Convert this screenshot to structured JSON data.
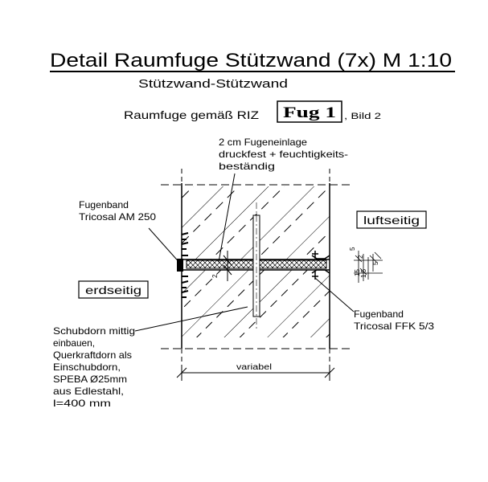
{
  "title": "Detail Raumfuge Stützwand (7x)  M 1:10",
  "subtitle": "Stützwand-Stützwand",
  "reference": {
    "prefix": "Raumfuge gemäß RIZ",
    "box": "Fug 1",
    "suffix": ", Bild 2"
  },
  "labels": {
    "filler": [
      "2 cm Fugeneinlage",
      "druckfest + feuchtigkeits-",
      "beständig"
    ],
    "tape_left": [
      "Fugenband",
      "Tricosal AM 250"
    ],
    "tape_right": [
      "Fugenband",
      "Tricosal FFK 5/3"
    ],
    "air_side": "luftseitig",
    "earth_side": "erdseitig",
    "dowel": [
      "Schubdorn mittig",
      "einbauen,",
      "Querkraftdorn als",
      "Einschubdorn,",
      "SPEBA Ø25mm",
      "aus Edlestahl,",
      "l=400 mm"
    ],
    "dimension": "variabel",
    "dim_2": "2",
    "dim_5": "5",
    "dim_15": "15",
    "dim_1_5": "1,5"
  }
}
